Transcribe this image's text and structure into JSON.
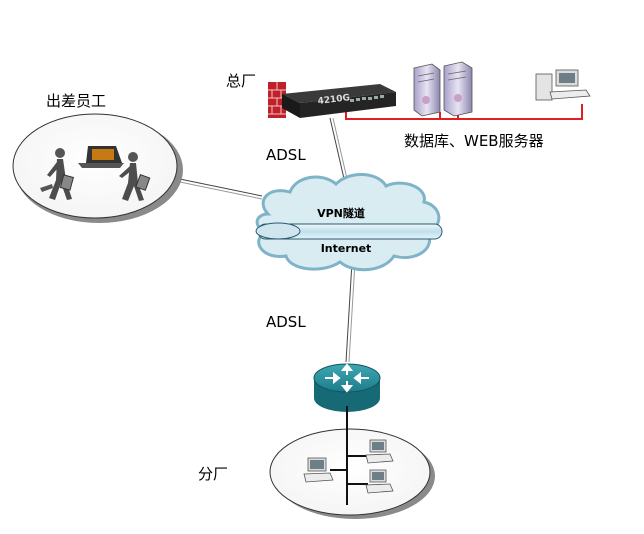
{
  "labels": {
    "travel_staff": "出差员工",
    "hq": "总厂",
    "adsl_top": "ADSL",
    "servers": "数据库、WEB服务器",
    "vpn_tunnel": "VPN隧道",
    "internet": "Internet",
    "adsl_bottom": "ADSL",
    "branch": "分厂",
    "device_model": "4210G"
  },
  "colors": {
    "tunnel_label": "#cc0000",
    "server_link": "#e02020",
    "cloud": "#d8ecf2",
    "cloud_stroke": "#7fb3c8",
    "router": "#1d7d8a",
    "firewall": "#c0202a"
  },
  "icons": [
    "person-icon",
    "laptop-icon",
    "firewall-icon",
    "vpn-device-icon",
    "server-icon",
    "workstation-icon",
    "cloud-icon",
    "router-icon"
  ]
}
